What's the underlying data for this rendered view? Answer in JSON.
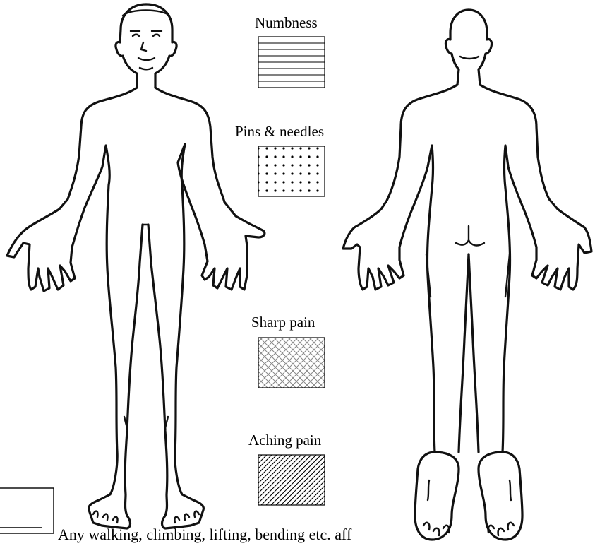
{
  "legend": [
    {
      "label": "Numbness",
      "pattern": "horizontal-lines"
    },
    {
      "label": "Pins & needles",
      "pattern": "dots"
    },
    {
      "label": "Sharp pain",
      "pattern": "crosshatch"
    },
    {
      "label": "Aching pain",
      "pattern": "diagonal-lines"
    }
  ],
  "bottom_caption": "Any walking, climbing, lifting, bending etc. aff",
  "colors": {
    "line": "#111111",
    "crosshatch": "#888888",
    "background": "#ffffff"
  }
}
